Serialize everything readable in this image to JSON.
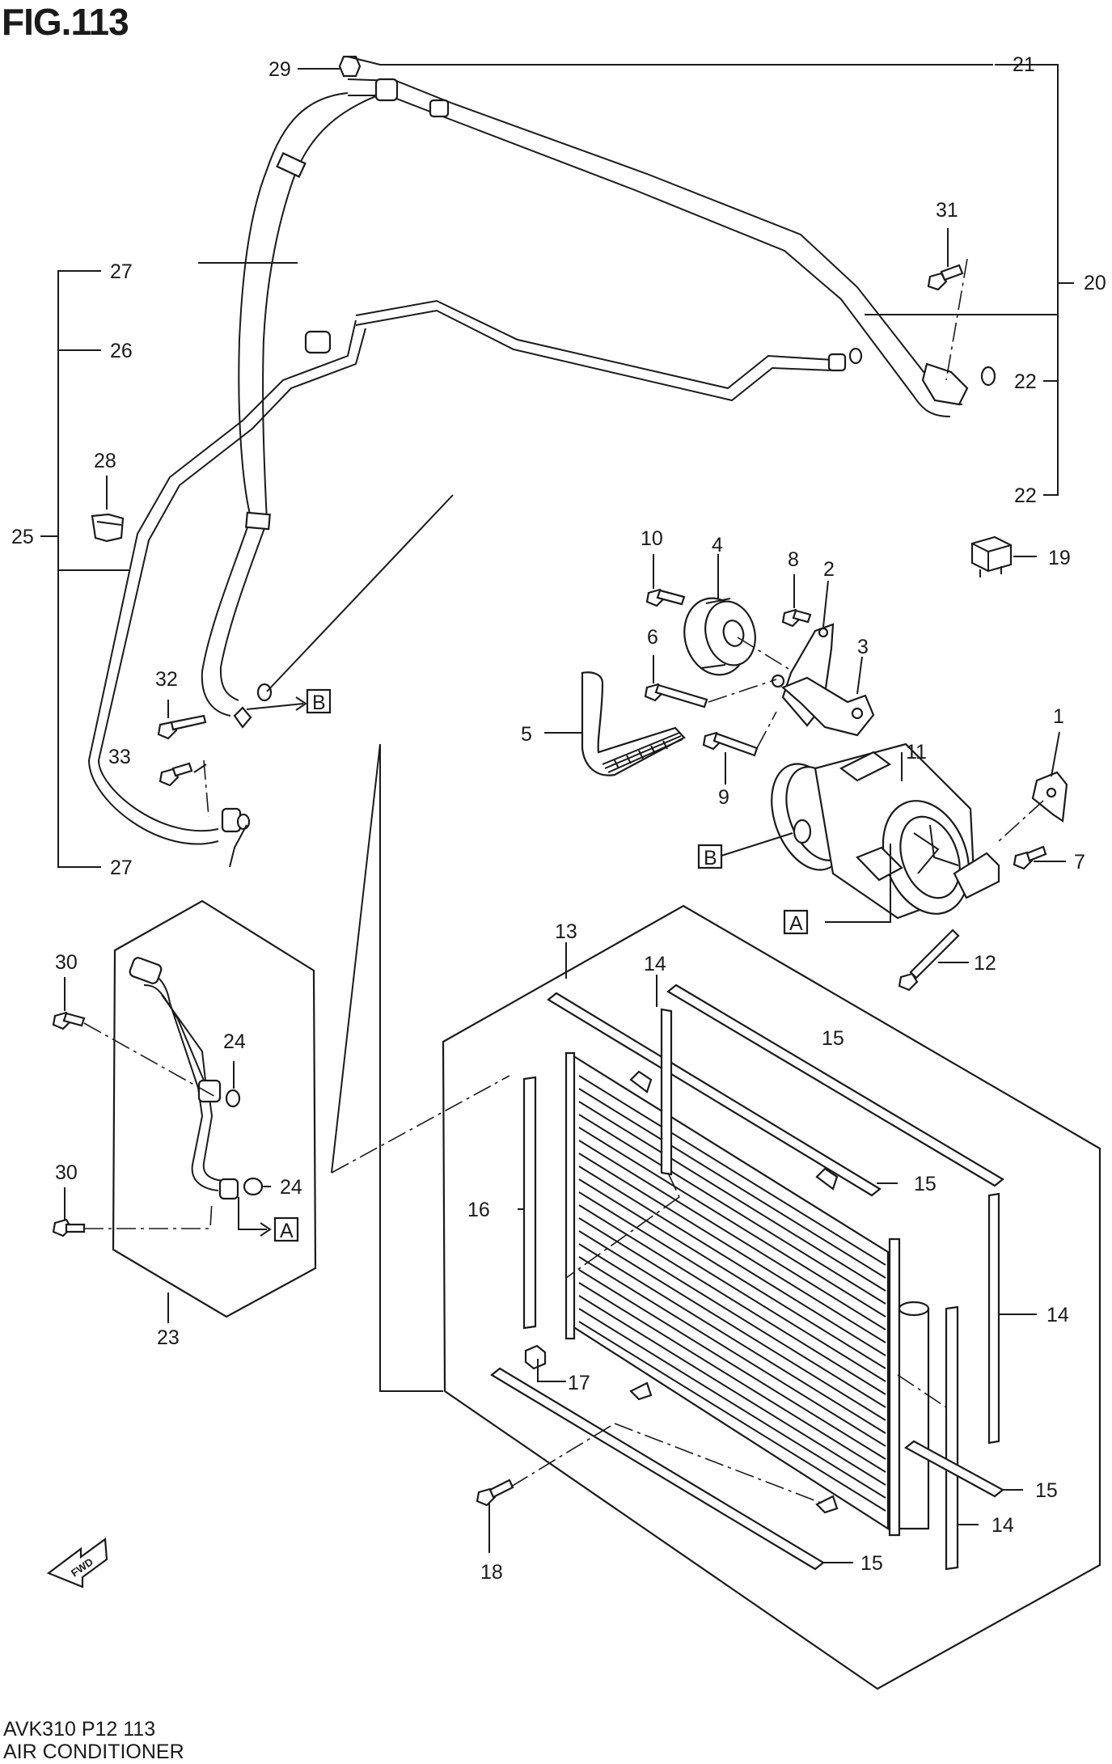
{
  "figure": {
    "title": "FIG.113"
  },
  "footer": {
    "code": "AVK310 P12 113",
    "subtitle": "AIR CONDITIONER"
  },
  "callouts": {
    "c1": "1",
    "c2": "2",
    "c3": "3",
    "c4": "4",
    "c5": "5",
    "c6": "6",
    "c7": "7",
    "c8": "8",
    "c9": "9",
    "c10": "10",
    "c11": "11",
    "c12": "12",
    "c13": "13",
    "c14a": "14",
    "c14b": "14",
    "c14c": "14",
    "c15a": "15",
    "c15b": "15",
    "c15c": "15",
    "c15d": "15",
    "c16": "16",
    "c17": "17",
    "c18": "18",
    "c19": "19",
    "c20": "20",
    "c21": "21",
    "c22a": "22",
    "c22b": "22",
    "c23": "23",
    "c24a": "24",
    "c24b": "24",
    "c25": "25",
    "c26": "26",
    "c27a": "27",
    "c27b": "27",
    "c28": "28",
    "c29": "29",
    "c30a": "30",
    "c30b": "30",
    "c31": "31",
    "c32": "32",
    "c33": "33"
  },
  "ref_markers": {
    "b1": "B",
    "b2": "B",
    "a1": "A",
    "a2": "A"
  },
  "front_arrow": {
    "label": "FWD"
  }
}
